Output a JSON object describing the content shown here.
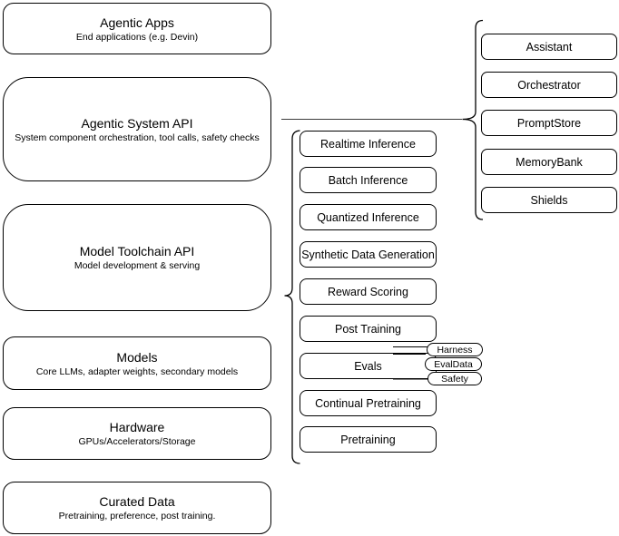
{
  "diagram": {
    "left_stack": [
      {
        "title": "Agentic Apps",
        "subtitle": "End applications (e.g. Devin)"
      },
      {
        "title": "Agentic System API",
        "subtitle": "System component orchestration, tool calls, safety checks"
      },
      {
        "title": "Model Toolchain API",
        "subtitle": "Model development & serving"
      },
      {
        "title": "Models",
        "subtitle": "Core LLMs, adapter weights, secondary models"
      },
      {
        "title": "Hardware",
        "subtitle": "GPUs/Accelerators/Storage"
      },
      {
        "title": "Curated Data",
        "subtitle": "Pretraining, preference, post training."
      }
    ],
    "middle_stack": [
      "Realtime Inference",
      "Batch Inference",
      "Quantized Inference",
      "Synthetic Data Generation",
      "Reward Scoring",
      "Post Training",
      "Evals",
      "Continual Pretraining",
      "Pretraining"
    ],
    "eval_pills": [
      "Harness",
      "EvalData",
      "Safety"
    ],
    "right_stack": [
      "Assistant",
      "Orchestrator",
      "PromptStore",
      "MemoryBank",
      "Shields"
    ]
  },
  "colors": {
    "stroke": "#000000",
    "background": "#ffffff",
    "text": "#000000"
  }
}
